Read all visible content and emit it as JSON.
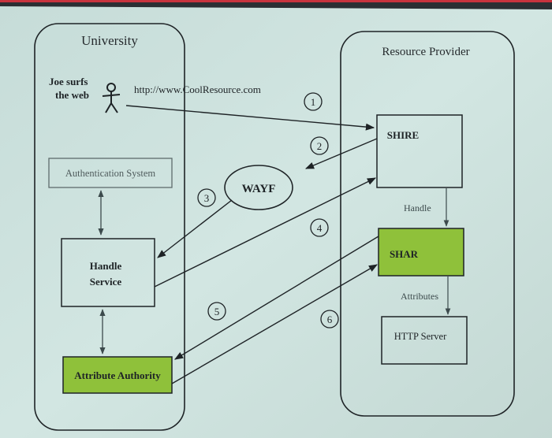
{
  "colors": {
    "screen": "#cfe3df",
    "line": "#1e2326",
    "green_box": "#8fc13a",
    "accent_top": "#c8333d"
  },
  "university": {
    "title": "University",
    "user_text_line1": "Joe surfs",
    "user_text_line2": "the web",
    "url": "http://www.CoolResource.com",
    "auth_system": "Authentication System",
    "handle_service_line1": "Handle",
    "handle_service_line2": "Service",
    "attribute_authority": "Attribute Authority"
  },
  "wayf": "WAYF",
  "resource_provider": {
    "title": "Resource Provider",
    "shire": "SHIRE",
    "shar": "SHAR",
    "http_server": "HTTP Server",
    "handle_label": "Handle",
    "attributes_label": "Attributes"
  },
  "steps": [
    "1",
    "2",
    "3",
    "4",
    "5",
    "6"
  ],
  "icons": {
    "user": "stick-figure-icon"
  }
}
